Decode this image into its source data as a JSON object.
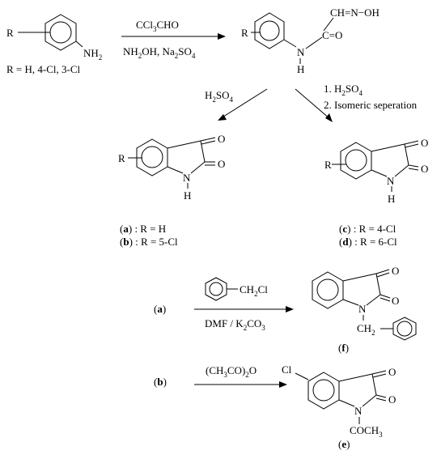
{
  "aniline": {
    "r": "R",
    "nh2_main": "NH",
    "nh2_sub": "2",
    "r_def": "R = H, 4-Cl, 3-Cl"
  },
  "step1": {
    "reagent_top_a": "CCl",
    "reagent_top_sub": "3",
    "reagent_top_b": "CHO",
    "reagent_bot_a": "NH",
    "reagent_bot_sub1": "2",
    "reagent_bot_b": "OH,  Na",
    "reagent_bot_sub2": "2",
    "reagent_bot_c": "SO",
    "reagent_bot_sub3": "4"
  },
  "oxime": {
    "r": "R",
    "ch_noh": "CH=N−OH",
    "c_o": "C=O",
    "n": "N",
    "h": "H"
  },
  "step2a": {
    "reagent_a": "H",
    "reagent_sub1": "2",
    "reagent_b": "SO",
    "reagent_sub2": "4"
  },
  "step2b": {
    "line1_a": "1.  H",
    "line1_sub1": "2",
    "line1_b": "SO",
    "line1_sub2": "4",
    "line2": "2.  Isomeric seperation"
  },
  "isatin_ab": {
    "r": "R",
    "o1": "O",
    "o2": "O",
    "n": "N",
    "h": "H",
    "label_a_id": "a",
    "label_a_text": " : R = H",
    "label_b_id": "b",
    "label_b_text": " : R = 5-Cl"
  },
  "isatin_cd": {
    "r": "R",
    "o1": "O",
    "o2": "O",
    "n": "N",
    "h": "H",
    "label_c_id": "c",
    "label_c_text": " : R = 4-Cl",
    "label_d_id": "d",
    "label_d_text": " : R = 6-Cl"
  },
  "reaction_f": {
    "start": "(a)",
    "reagent_top_a": "CH",
    "reagent_top_sub": "2",
    "reagent_top_b": "Cl",
    "reagent_bot_a": "DMF / K",
    "reagent_bot_sub1": "2",
    "reagent_bot_b": "CO",
    "reagent_bot_sub2": "3",
    "o1": "O",
    "o2": "O",
    "n": "N",
    "ch2_a": "CH",
    "ch2_sub": "2",
    "product_label": "(f)"
  },
  "reaction_e": {
    "start": "(b)",
    "reagent_a": "(CH",
    "reagent_sub1": "3",
    "reagent_b": "CO)",
    "reagent_sub2": "2",
    "reagent_c": "O",
    "cl": "Cl",
    "o1": "O",
    "o2": "O",
    "n": "N",
    "acetyl_a": "COCH",
    "acetyl_sub": "3",
    "product_label": "(e)"
  }
}
